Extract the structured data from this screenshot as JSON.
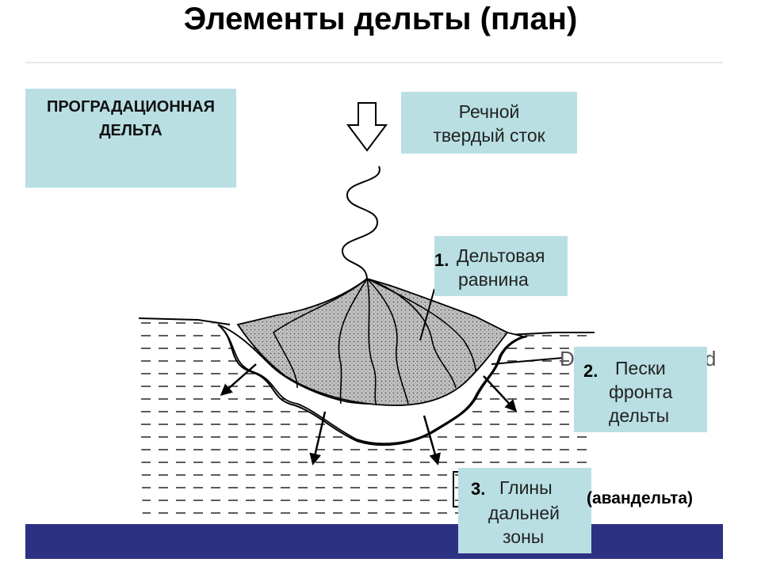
{
  "title": "Элементы дельты (план)",
  "labels": {
    "progradational": [
      "ПРОГРАДАЦИОННАЯ",
      "ДЕЛЬТА"
    ],
    "river_load": [
      "Речной",
      "твердый сток"
    ],
    "delta_plain": {
      "number": "1.",
      "lines": [
        "Дельтовая",
        "равнина"
      ]
    },
    "delta_front": {
      "number": "2.",
      "lines": [
        "Пески",
        "фронта",
        "дельты"
      ]
    },
    "prodelta_clays": {
      "number": "3.",
      "lines": [
        "Глины",
        "дальней",
        "зоны"
      ]
    },
    "prodelta": "(авандельта)",
    "partial_left": "D",
    "partial_right": "d"
  },
  "colors": {
    "box_fill": "#b9dfe3",
    "footer_bar": "#2c3183",
    "delta_plain_fill": "#bdbdbd",
    "delta_front_fill": "#ffffff"
  }
}
